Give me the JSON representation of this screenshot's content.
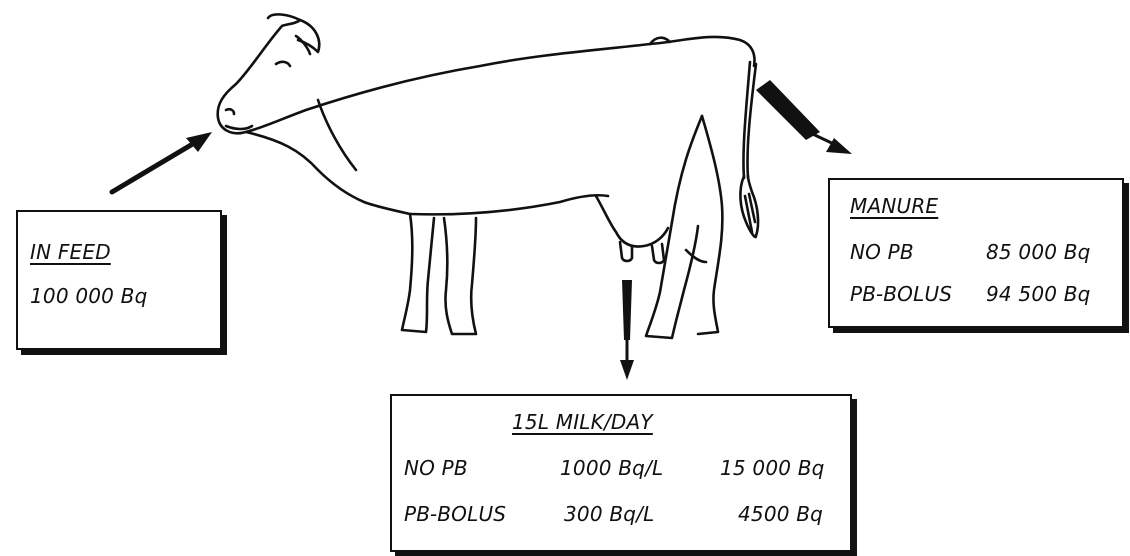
{
  "feed_box": {
    "title": "IN FEED",
    "value": "100 000 Bq"
  },
  "manure_box": {
    "title": "MANURE",
    "rows": [
      {
        "label": "NO PB",
        "value": "85 000 Bq"
      },
      {
        "label": "PB-BOLUS",
        "value": "94 500 Bq"
      }
    ]
  },
  "milk_box": {
    "title": "15L MILK/DAY",
    "rows": [
      {
        "label": "NO PB",
        "concentration": "1000 Bq/L",
        "total": "15 000 Bq"
      },
      {
        "label": "PB-BOLUS",
        "concentration": "300 Bq/L",
        "total": "4500 Bq"
      }
    ]
  },
  "colors": {
    "ink": "#111111",
    "paper": "#ffffff"
  },
  "icons": [
    "cow-illustration",
    "arrow-feed-to-mouth",
    "arrow-tail-to-manure",
    "arrow-udder-to-milk"
  ]
}
